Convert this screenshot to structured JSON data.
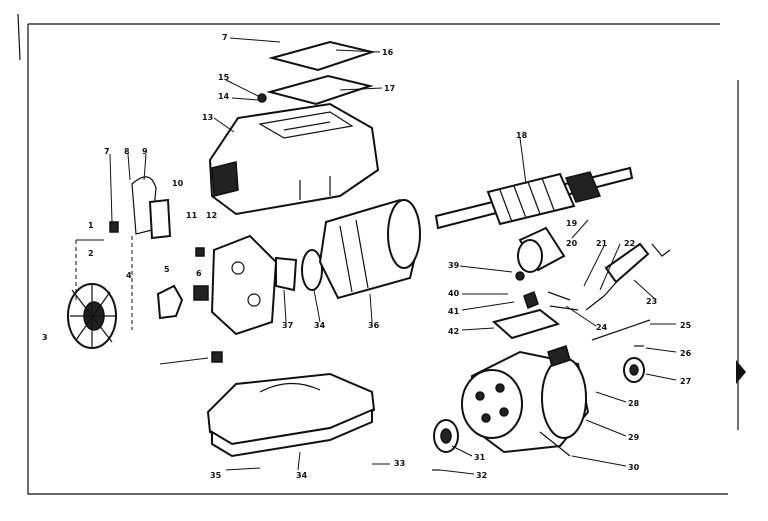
{
  "diagram": {
    "labels": [
      "7",
      "16",
      "17",
      "15",
      "14",
      "13",
      "18",
      "7",
      "8",
      "9",
      "10",
      "11",
      "12",
      "1",
      "2",
      "3",
      "4",
      "5",
      "6",
      "37",
      "34",
      "36",
      "19",
      "20",
      "21",
      "22",
      "23",
      "39",
      "40",
      "41",
      "42",
      "24",
      "25",
      "26",
      "27",
      "28",
      "29",
      "30",
      "33",
      "32",
      "31",
      "35",
      "34"
    ]
  }
}
